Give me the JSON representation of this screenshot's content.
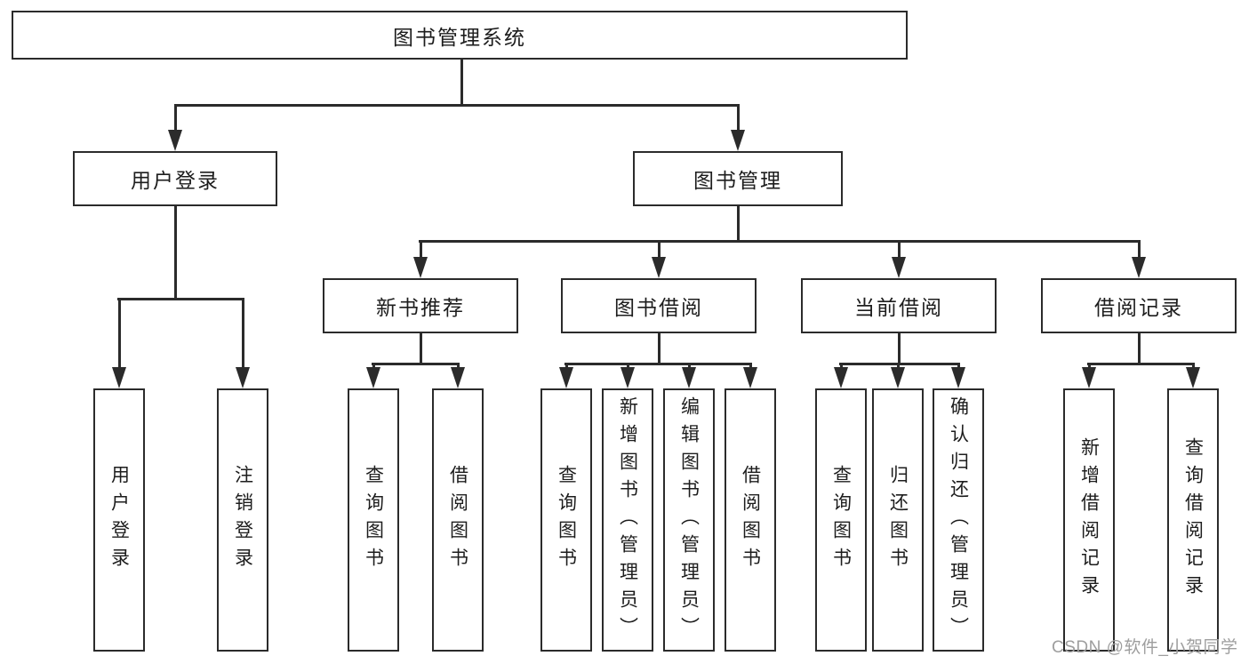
{
  "tree": {
    "label": "图书管理系统",
    "children": [
      {
        "label": "用户登录",
        "children": [
          {
            "label": "用户登录"
          },
          {
            "label": "注销登录"
          }
        ]
      },
      {
        "label": "图书管理",
        "children": [
          {
            "label": "新书推荐",
            "children": [
              {
                "label": "查询图书"
              },
              {
                "label": "借阅图书"
              }
            ]
          },
          {
            "label": "图书借阅",
            "children": [
              {
                "label": "查询图书"
              },
              {
                "label": "新增图书（管理员）"
              },
              {
                "label": "编辑图书（管理员）"
              },
              {
                "label": "借阅图书"
              }
            ]
          },
          {
            "label": "当前借阅",
            "children": [
              {
                "label": "查询图书"
              },
              {
                "label": "归还图书"
              },
              {
                "label": "确认归还（管理员）"
              }
            ]
          },
          {
            "label": "借阅记录",
            "children": [
              {
                "label": "新增借阅记录"
              },
              {
                "label": "查询借阅记录"
              }
            ]
          }
        ]
      }
    ]
  },
  "watermark": {
    "text": "CSDN @软件_小贺同学"
  },
  "colors": {
    "line": "#2b2b2b",
    "text": "#1d1d1d",
    "watermark": "#9e9e9e",
    "background": "#ffffff"
  }
}
